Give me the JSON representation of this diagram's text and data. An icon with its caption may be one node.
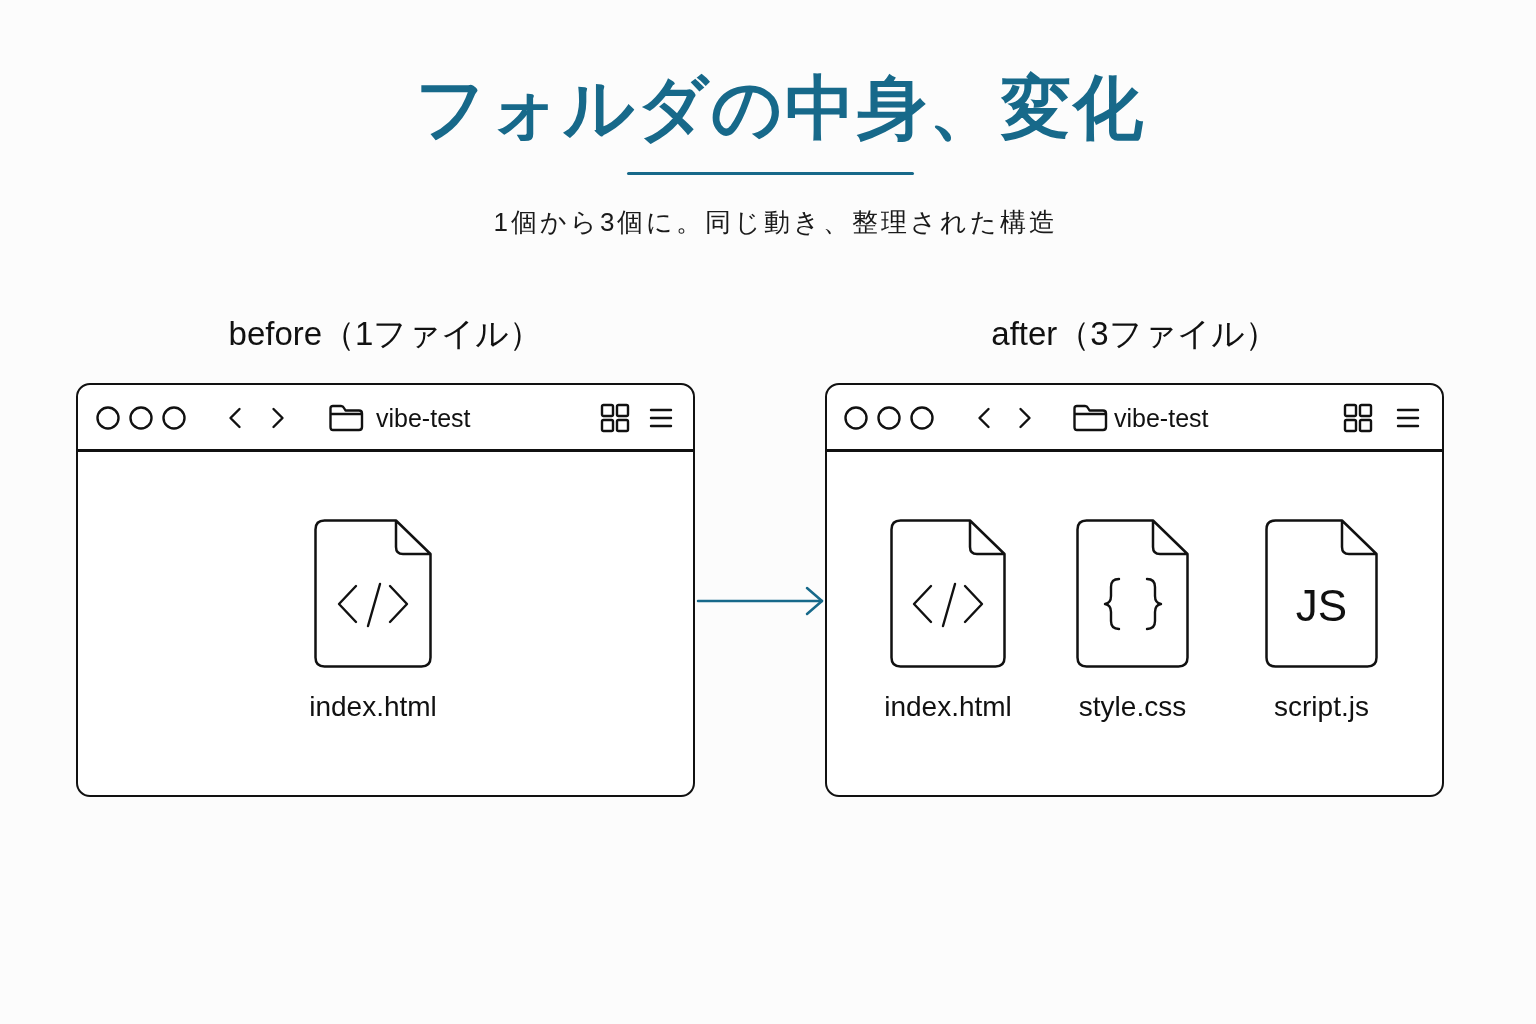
{
  "diagram": {
    "title": "フォルダの中身、変化",
    "nodes": [
      {
        "text": [
          "before（1ファイル）",
          "vibe-test"
        ]
      },
      {
        "text": [
          "index.html"
        ],
        "in": 0
      },
      {
        "text": [
          "after（3ファイル）",
          "vibe-test"
        ]
      },
      {
        "text": [
          "index.html"
        ],
        "in": 2
      },
      {
        "text": [
          "style.css"
        ],
        "in": 2
      },
      {
        "text": [
          "JS",
          "script.js"
        ],
        "in": 2
      }
    ],
    "edges": [
      {
        "from": 0,
        "to": 2,
        "arrow": "to"
      }
    ],
    "labels": [
      "1個から3個に。同じ動き、整理された構造"
    ]
  }
}
